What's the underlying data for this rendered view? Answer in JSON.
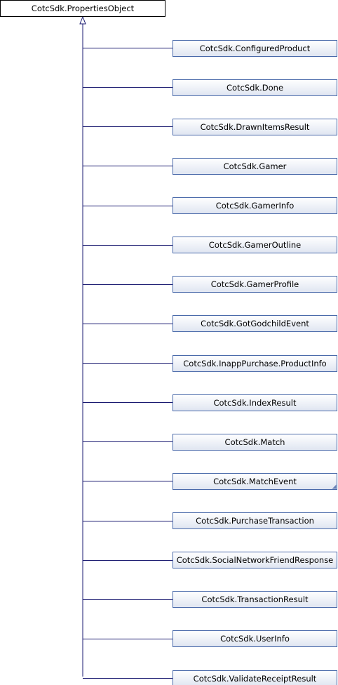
{
  "diagram": {
    "root": {
      "label": "CotcSdk.PropertiesObject"
    },
    "children": [
      {
        "label": "CotcSdk.ConfiguredProduct"
      },
      {
        "label": "CotcSdk.Done"
      },
      {
        "label": "CotcSdk.DrawnItemsResult"
      },
      {
        "label": "CotcSdk.Gamer"
      },
      {
        "label": "CotcSdk.GamerInfo"
      },
      {
        "label": "CotcSdk.GamerOutline"
      },
      {
        "label": "CotcSdk.GamerProfile"
      },
      {
        "label": "CotcSdk.GotGodchildEvent"
      },
      {
        "label": "CotcSdk.InappPurchase.ProductInfo"
      },
      {
        "label": "CotcSdk.IndexResult"
      },
      {
        "label": "CotcSdk.Match"
      },
      {
        "label": "CotcSdk.MatchEvent",
        "has_subclasses": true
      },
      {
        "label": "CotcSdk.PurchaseTransaction"
      },
      {
        "label": "CotcSdk.SocialNetworkFriendResponse"
      },
      {
        "label": "CotcSdk.TransactionResult"
      },
      {
        "label": "CotcSdk.UserInfo"
      },
      {
        "label": "CotcSdk.ValidateReceiptResult"
      }
    ],
    "colors": {
      "edge": "#191970",
      "root_border": "#000000",
      "child_border": "#4a6aaa",
      "child_fill_top": "#ffffff",
      "child_fill_bottom": "#dfe5f1"
    }
  }
}
